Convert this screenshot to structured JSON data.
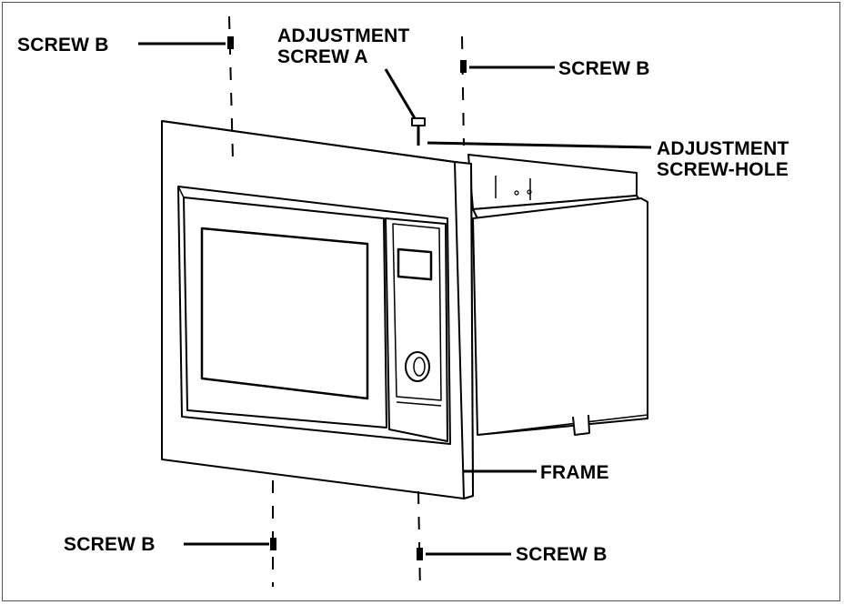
{
  "labels": {
    "screw_b_top_left": "SCREW B",
    "adjustment_screw_a_line1": "ADJUSTMENT",
    "adjustment_screw_a_line2": "SCREW A",
    "screw_b_top_right": "SCREW B",
    "adjustment_screw_hole_line1": "ADJUSTMENT",
    "adjustment_screw_hole_line2": "SCREW-HOLE",
    "frame": "FRAME",
    "screw_b_bottom_left": "SCREW B",
    "screw_b_bottom_right": "SCREW B"
  },
  "colors": {
    "line": "#000000",
    "background": "#ffffff"
  }
}
